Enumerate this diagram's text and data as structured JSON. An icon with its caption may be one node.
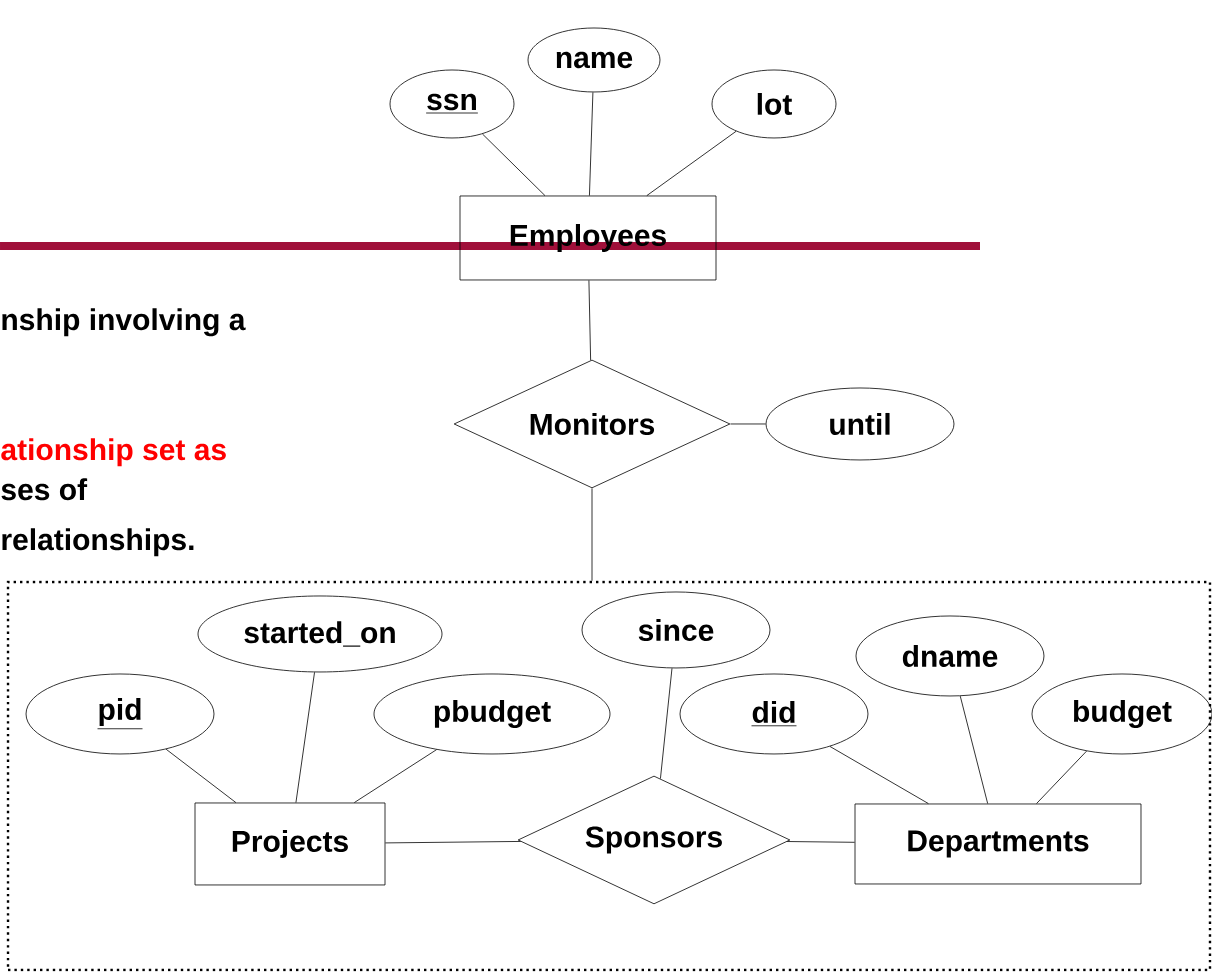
{
  "diagram": {
    "nodes": [
      {
        "text": [
          "ssn"
        ]
      },
      {
        "text": [
          "name"
        ]
      },
      {
        "text": [
          "lot"
        ]
      },
      {
        "text": [
          "Employees"
        ]
      },
      {
        "text": [
          "Monitors"
        ]
      },
      {
        "text": [
          "until"
        ]
      },
      {
        "text": [],
        "shape": "box"
      },
      {
        "text": [
          "started_on"
        ],
        "in": 6
      },
      {
        "text": [
          "since"
        ],
        "in": 6
      },
      {
        "text": [
          "pid"
        ],
        "in": 6
      },
      {
        "text": [
          "pbudget"
        ],
        "in": 6
      },
      {
        "text": [
          "did"
        ],
        "in": 6
      },
      {
        "text": [
          "dname"
        ],
        "in": 6
      },
      {
        "text": [
          "budget"
        ],
        "in": 6
      },
      {
        "text": [
          "Projects"
        ],
        "in": 6
      },
      {
        "text": [
          "Sponsors"
        ],
        "in": 6
      },
      {
        "text": [
          "Departments"
        ],
        "in": 6
      }
    ],
    "edges": [
      {
        "from": 0,
        "to": 3,
        "arrow": "none"
      },
      {
        "from": 1,
        "to": 3,
        "arrow": "none"
      },
      {
        "from": 2,
        "to": 3,
        "arrow": "none"
      },
      {
        "from": 3,
        "to": 4,
        "arrow": "none"
      },
      {
        "from": 4,
        "to": 5,
        "arrow": "none"
      },
      {
        "from": 4,
        "to": 6,
        "arrow": "none"
      },
      {
        "from": 9,
        "to": 14,
        "arrow": "none"
      },
      {
        "from": 7,
        "to": 14,
        "arrow": "none"
      },
      {
        "from": 10,
        "to": 14,
        "arrow": "none"
      },
      {
        "from": 8,
        "to": 15,
        "arrow": "none"
      },
      {
        "from": 11,
        "to": 16,
        "arrow": "none"
      },
      {
        "from": 12,
        "to": 16,
        "arrow": "none"
      },
      {
        "from": 13,
        "to": 16,
        "arrow": "none"
      },
      {
        "from": 14,
        "to": 15,
        "arrow": "none"
      },
      {
        "from": 15,
        "to": 16,
        "arrow": "none"
      }
    ],
    "labels": [
      "nship involving a",
      "ationship set as",
      "ses of",
      "relationships."
    ]
  }
}
